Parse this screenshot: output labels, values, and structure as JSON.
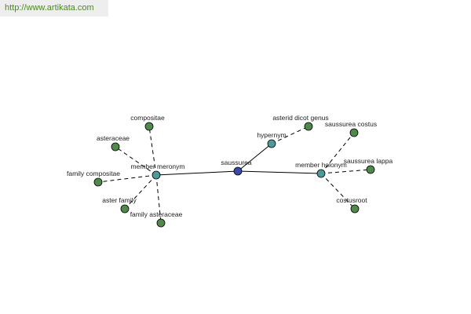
{
  "header": {
    "url": "http://www.artikata.com"
  },
  "graph": {
    "colors": {
      "center": "#3b4aa8",
      "relation": "#4e9a9a",
      "leaf": "#4f8a4a",
      "edge": "#000000"
    },
    "nodes": {
      "saussurea": "saussurea",
      "member_meronym": "member meronym",
      "hypernym": "hypernym",
      "member_holonym": "member holonym",
      "compositae": "compositae",
      "asteraceae": "asteraceae",
      "family_compositae": "family compositae",
      "aster_family": "aster family",
      "family_asteraceae": "family asteraceae",
      "asterid_dicot_genus": "asterid dicot genus",
      "saussurea_costus": "saussurea costus",
      "saussurea_lappa": "saussurea lappa",
      "costusroot": "costusroot"
    }
  }
}
